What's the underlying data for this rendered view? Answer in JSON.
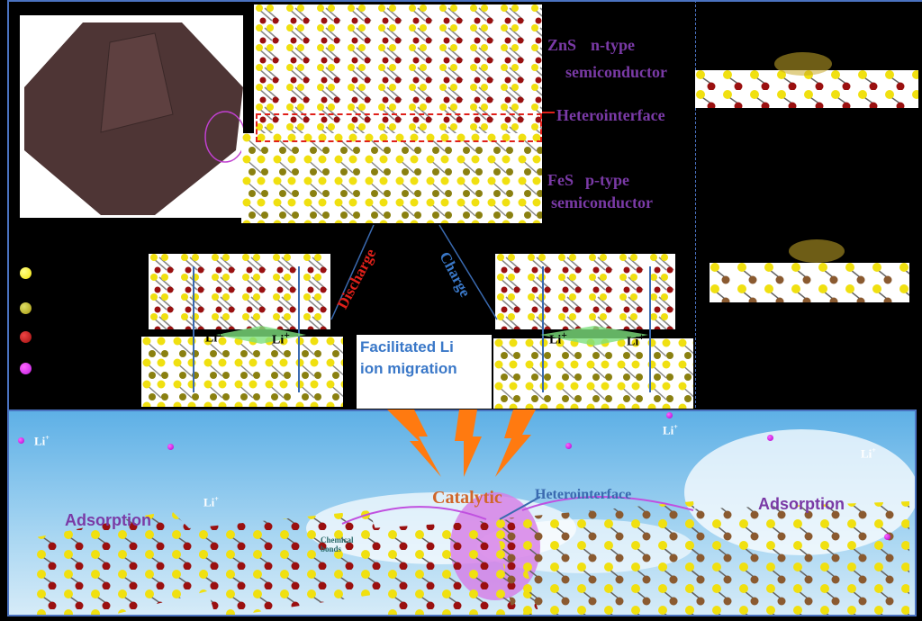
{
  "top": {
    "zns_label": "ZnS",
    "zns_type": "n-type",
    "zns_sub": "semiconductor",
    "heterointerface": "Heterointerface",
    "fes_label": "FeS",
    "fes_type": "p-type",
    "fes_sub": "semiconductor"
  },
  "middle": {
    "discharge": "Discharge",
    "charge": "Charge",
    "li_ion": "Li",
    "li_sup": "+",
    "facilitated_line1": "Facilitated Li",
    "facilitated_line2": "ion migration"
  },
  "legend": {
    "colors": [
      "#f2e20a",
      "#a89a10",
      "#a01010",
      "#c020e0"
    ]
  },
  "bottom": {
    "catalytic": "Catalytic",
    "heterointerface": "Heterointerface",
    "adsorption_left": "Adsorption",
    "adsorption_right": "Adsorption",
    "chemical_bonds_1": "Chemical",
    "chemical_bonds_2": "bonds",
    "li_ion": "Li",
    "li_sup": "+"
  },
  "colors": {
    "purple_text": "#7a3aa6",
    "blue_text": "#3a78c8",
    "orange_text": "#d0662a",
    "discharge_red": "#e0201a",
    "border_blue": "#4a72c0"
  }
}
